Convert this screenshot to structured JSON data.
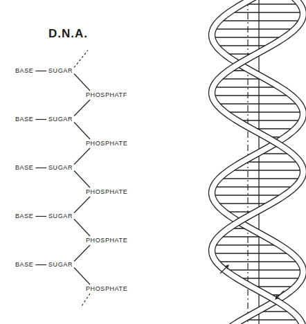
{
  "diagram": {
    "title": "D.N.A.",
    "labels": [
      "BASE",
      "SUGAR",
      "PHOSPHATF",
      "BASE",
      "SUGAR",
      "PHOSPHATE",
      "BASE",
      "SUGAR",
      "PHOSPHATE",
      "BASE",
      "SUGAR",
      "PHOSPHATE",
      "BASE",
      "SUGAR",
      "PHOSPHATE"
    ]
  }
}
